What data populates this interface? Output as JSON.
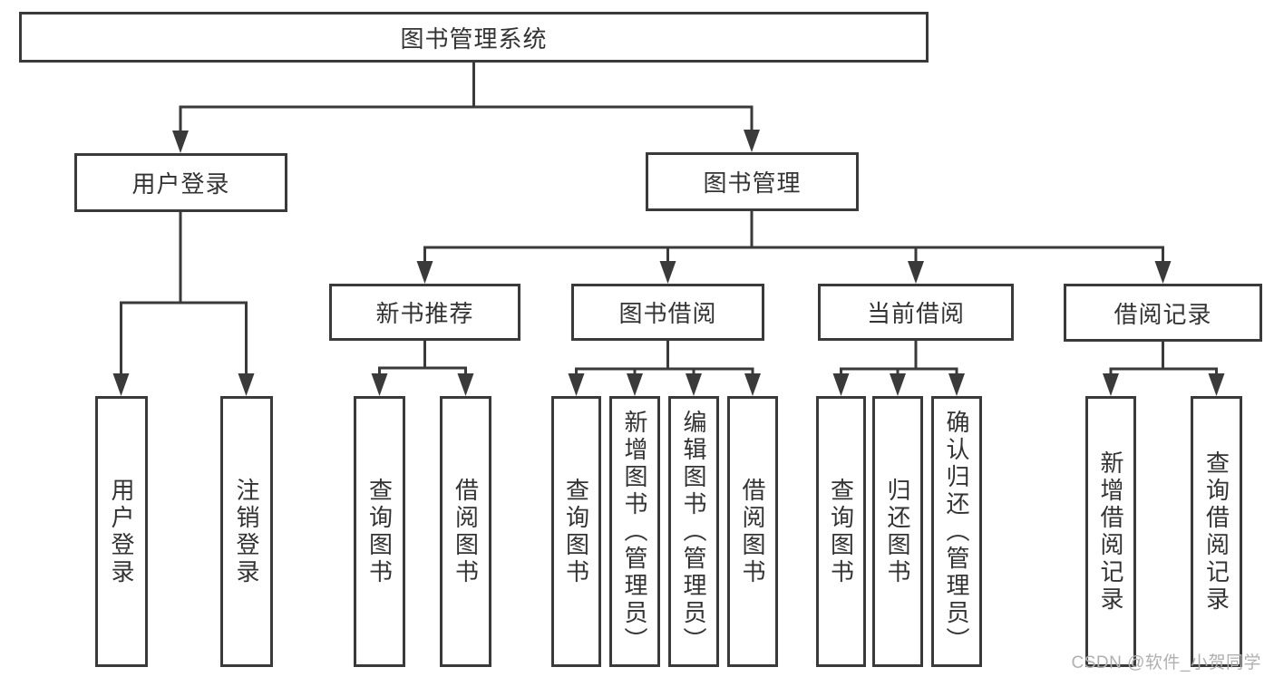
{
  "diagram": {
    "title_node": {
      "label": "图书管理系统"
    },
    "level2": {
      "user_login": {
        "label": "用户登录"
      },
      "book_management": {
        "label": "图书管理"
      }
    },
    "level3": {
      "new_book_recommend": {
        "label": "新书推荐"
      },
      "book_borrow": {
        "label": "图书借阅"
      },
      "current_borrow": {
        "label": "当前借阅"
      },
      "borrow_records": {
        "label": "借阅记录"
      }
    },
    "leaves": [
      {
        "label": "用户登录"
      },
      {
        "label": "注销登录"
      },
      {
        "label": "查询图书"
      },
      {
        "label": "借阅图书"
      },
      {
        "label": "查询图书"
      },
      {
        "label": "新增图书（管理员）"
      },
      {
        "label": "编辑图书（管理员）"
      },
      {
        "label": "借阅图书"
      },
      {
        "label": "查询图书"
      },
      {
        "label": "归还图书"
      },
      {
        "label": "确认归还（管理员）"
      },
      {
        "label": "新增借阅记录"
      },
      {
        "label": "查询借阅记录"
      }
    ],
    "watermark": "CSDN @软件_小贺同学",
    "colors": {
      "line": "#3a3a3a",
      "text": "#333333",
      "background": "#ffffff",
      "watermark": "#b0b0b0"
    }
  }
}
